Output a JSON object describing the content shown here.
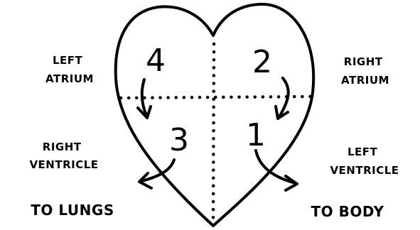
{
  "labels": {
    "left_atrium": [
      "LEFT",
      "ATRIUM"
    ],
    "right_atrium": [
      "RIGHT",
      "ATRIUM"
    ],
    "right_ventricle": [
      "RIGHT",
      "VENTRICLE"
    ],
    "left_ventricle": [
      "LEFT",
      "VENTRICLE"
    ],
    "to_lungs": "TO LUNGS",
    "to_body": "TO BODY"
  },
  "chamber_numbers": {
    "upper_left": "4",
    "upper_right": "2",
    "lower_left": "3",
    "lower_right": "1"
  }
}
